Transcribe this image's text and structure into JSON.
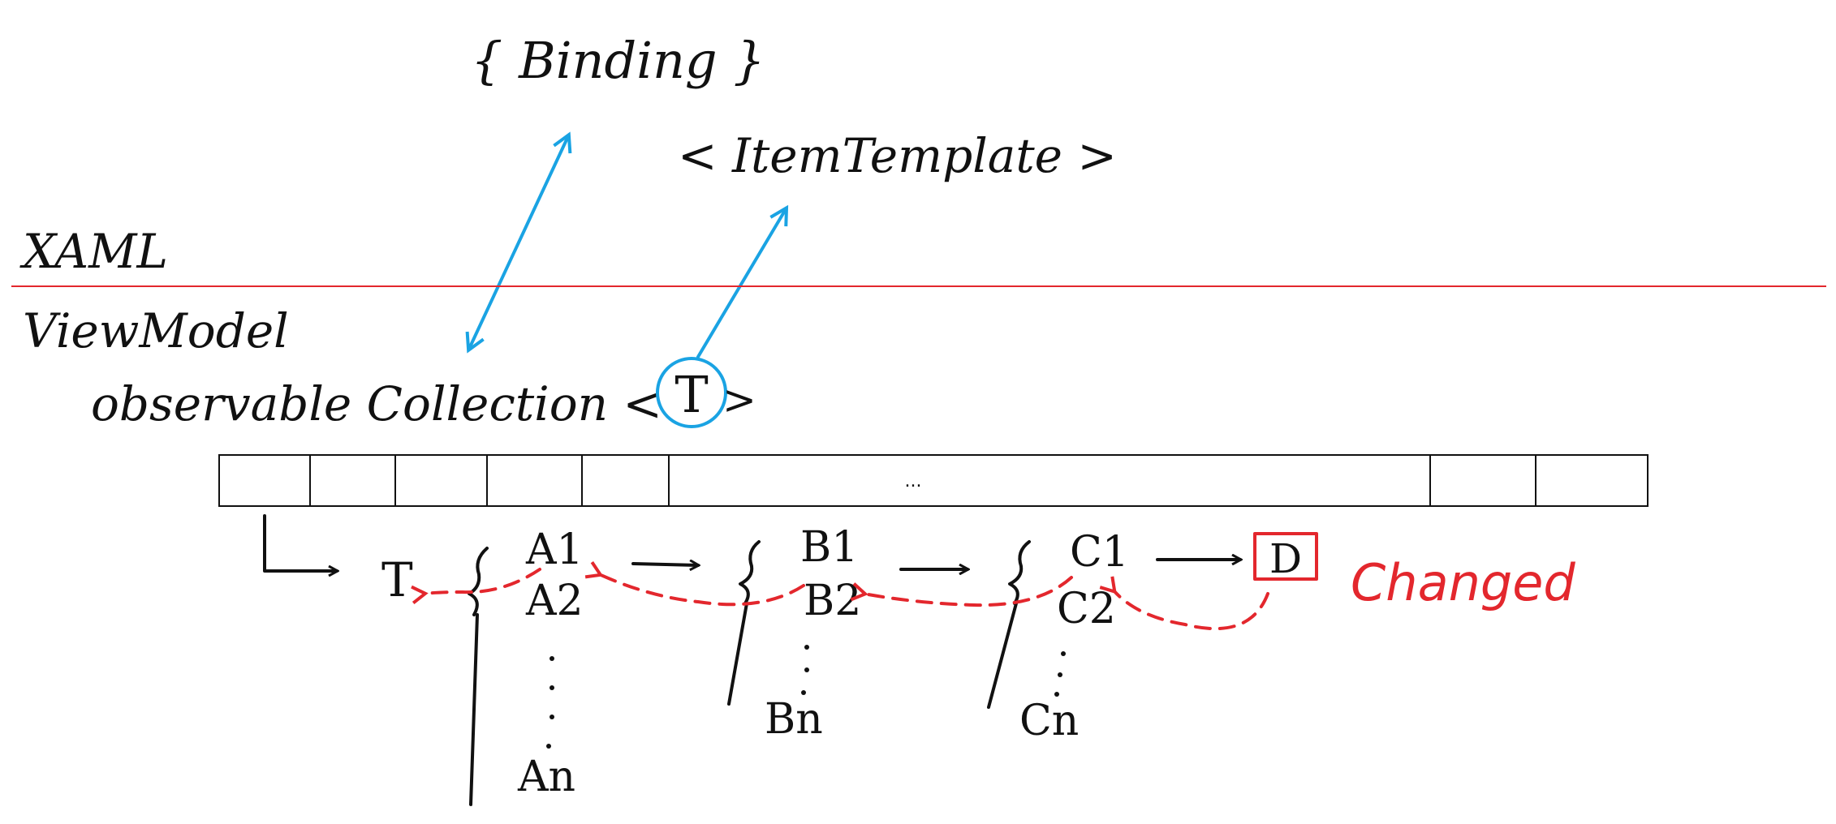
{
  "header": {
    "binding": "{ Binding }",
    "item_template": "< ItemTemplate >"
  },
  "layers": {
    "top": "XAML",
    "bottom": "ViewModel"
  },
  "collection": {
    "prefix": "observable Collection <",
    "type_param": "T",
    "suffix": ">",
    "ellipsis": "..."
  },
  "chain": {
    "start": "T",
    "group_a": [
      "A1",
      "A2",
      "An"
    ],
    "group_b": [
      "B1",
      "B2",
      "Bn"
    ],
    "group_c": [
      "C1",
      "C2",
      "Cn"
    ],
    "leaf": "D",
    "changed_label": "Changed"
  },
  "colors": {
    "separator": "#e3272d",
    "binding_arrows": "#1aa3e3",
    "change_propagation": "#e3272d",
    "ink": "#111111"
  }
}
